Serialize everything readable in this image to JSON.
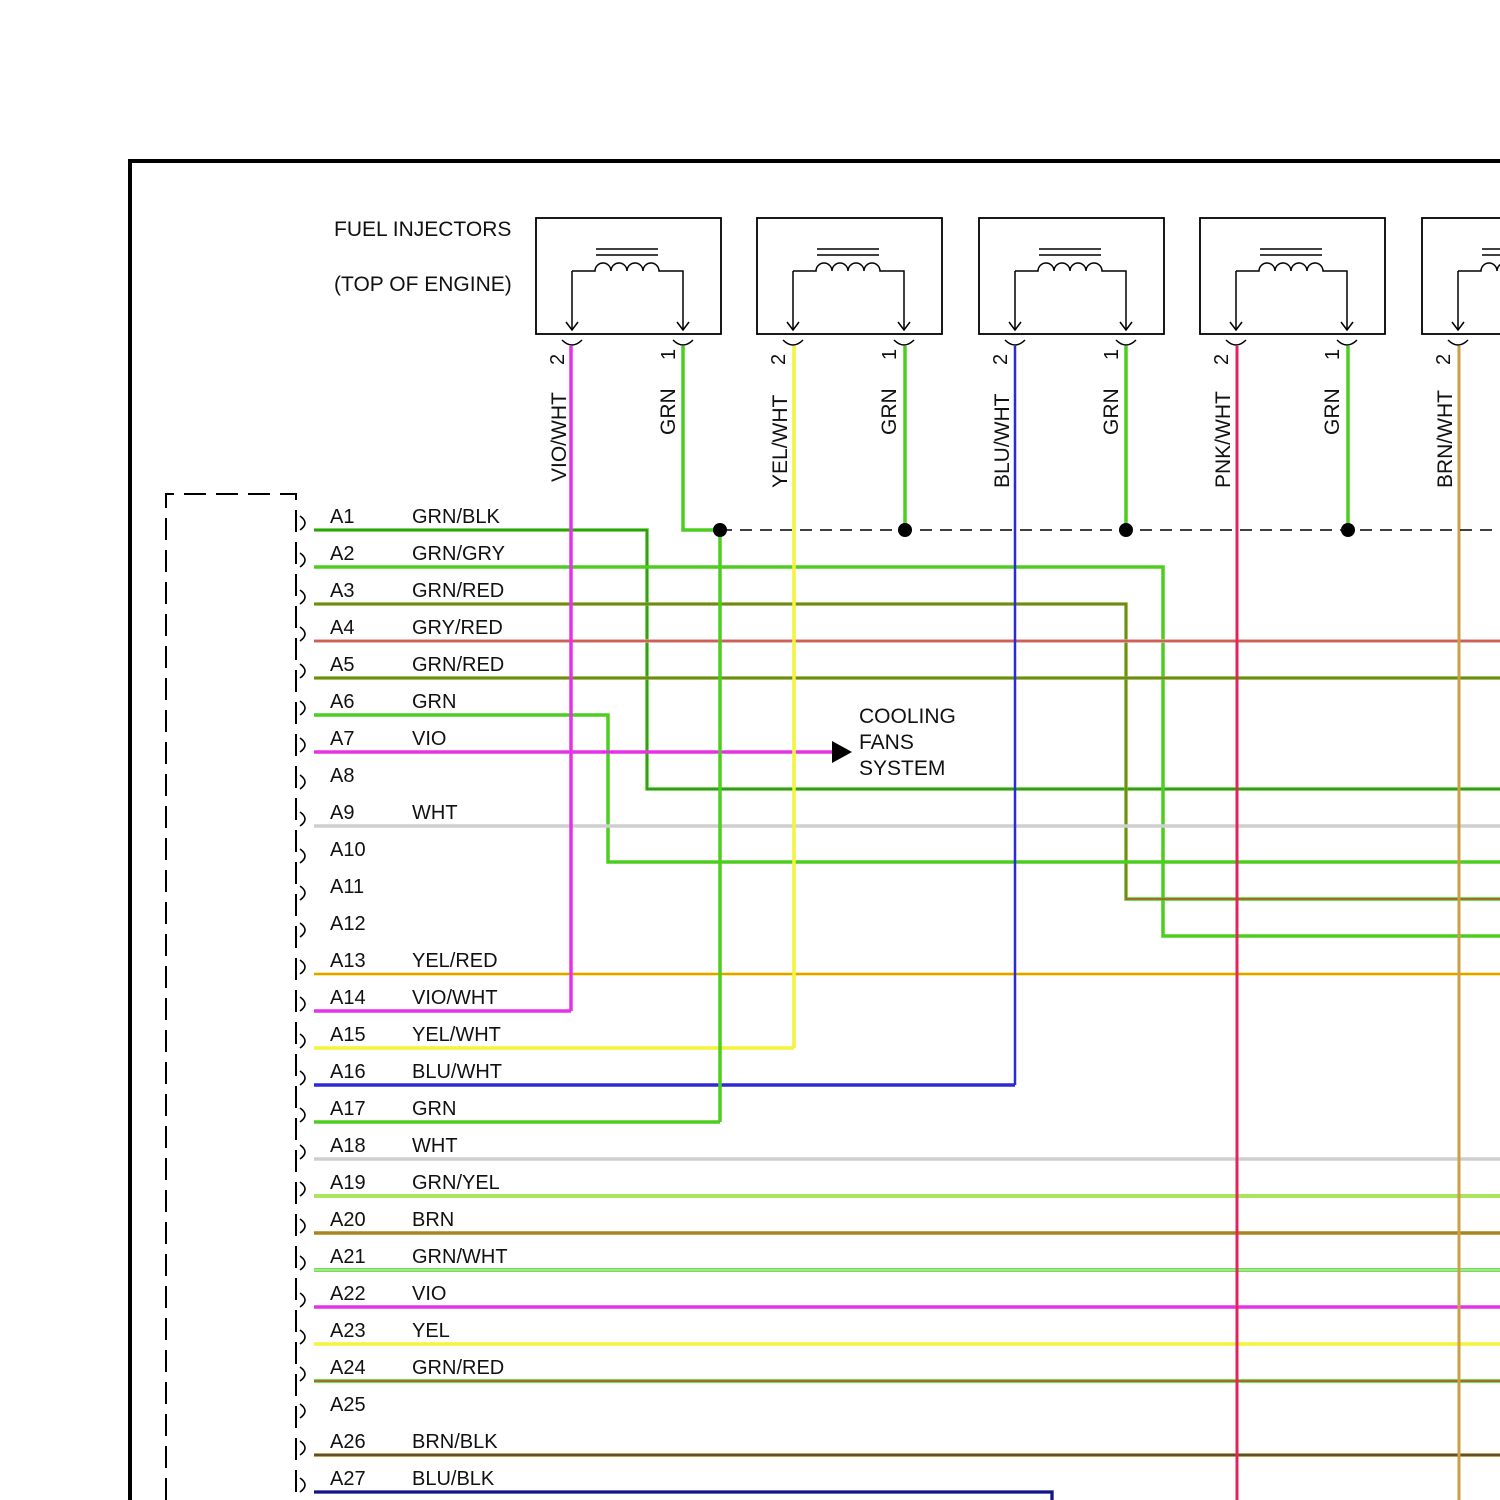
{
  "header": {
    "title_line1": "FUEL INJECTORS",
    "title_line2": "(TOP OF ENGINE)"
  },
  "injectors": [
    {
      "pin2": "2",
      "pin1": "1",
      "wire2": "VIO/WHT",
      "wire1": "GRN",
      "color2": "#e645e6",
      "color1": "#4ccd1f"
    },
    {
      "pin2": "2",
      "pin1": "1",
      "wire2": "YEL/WHT",
      "wire1": "GRN",
      "color2": "#f4f43a",
      "color1": "#4ccd1f"
    },
    {
      "pin2": "2",
      "pin1": "1",
      "wire2": "BLU/WHT",
      "wire1": "GRN",
      "color2": "#2a2ad6",
      "color1": "#4ccd1f"
    },
    {
      "pin2": "2",
      "pin1": "1",
      "wire2": "PNK/WHT",
      "wire1": "GRN",
      "color2": "#e3245a",
      "color1": "#4ccd1f"
    },
    {
      "pin2": "2",
      "pin1": "",
      "wire2": "BRN/WHT",
      "wire1": "",
      "color2": "#c9a048",
      "color1": ""
    }
  ],
  "connector_pins": [
    {
      "pin": "A1",
      "wire": "GRN/BLK"
    },
    {
      "pin": "A2",
      "wire": "GRN/GRY"
    },
    {
      "pin": "A3",
      "wire": "GRN/RED"
    },
    {
      "pin": "A4",
      "wire": "GRY/RED"
    },
    {
      "pin": "A5",
      "wire": "GRN/RED"
    },
    {
      "pin": "A6",
      "wire": "GRN"
    },
    {
      "pin": "A7",
      "wire": "VIO"
    },
    {
      "pin": "A8",
      "wire": ""
    },
    {
      "pin": "A9",
      "wire": "WHT"
    },
    {
      "pin": "A10",
      "wire": ""
    },
    {
      "pin": "A11",
      "wire": ""
    },
    {
      "pin": "A12",
      "wire": ""
    },
    {
      "pin": "A13",
      "wire": "YEL/RED"
    },
    {
      "pin": "A14",
      "wire": "VIO/WHT"
    },
    {
      "pin": "A15",
      "wire": "YEL/WHT"
    },
    {
      "pin": "A16",
      "wire": "BLU/WHT"
    },
    {
      "pin": "A17",
      "wire": "GRN"
    },
    {
      "pin": "A18",
      "wire": "WHT"
    },
    {
      "pin": "A19",
      "wire": "GRN/YEL"
    },
    {
      "pin": "A20",
      "wire": "BRN"
    },
    {
      "pin": "A21",
      "wire": "GRN/WHT"
    },
    {
      "pin": "A22",
      "wire": "VIO"
    },
    {
      "pin": "A23",
      "wire": "YEL"
    },
    {
      "pin": "A24",
      "wire": "GRN/RED"
    },
    {
      "pin": "A25",
      "wire": ""
    },
    {
      "pin": "A26",
      "wire": "BRN/BLK"
    },
    {
      "pin": "A27",
      "wire": "BLU/BLK"
    }
  ],
  "cooling_fans": {
    "line1": "COOLING",
    "line2": "FANS",
    "line3": "SYSTEM"
  },
  "colors": {
    "green": "#4ccd1f",
    "green_red_stripe": "#cc3a2a",
    "gray": "#c8c8c8",
    "violet": "#e632e6",
    "white_wire": "#cfcfcf",
    "yellow": "#f4f43a",
    "yellow_red_stripe": "#e35a1a",
    "blue": "#2a2ad6",
    "brown": "#a8851e",
    "pink": "#e3245a",
    "brown_white": "#c9a048",
    "frame": "#000000"
  }
}
